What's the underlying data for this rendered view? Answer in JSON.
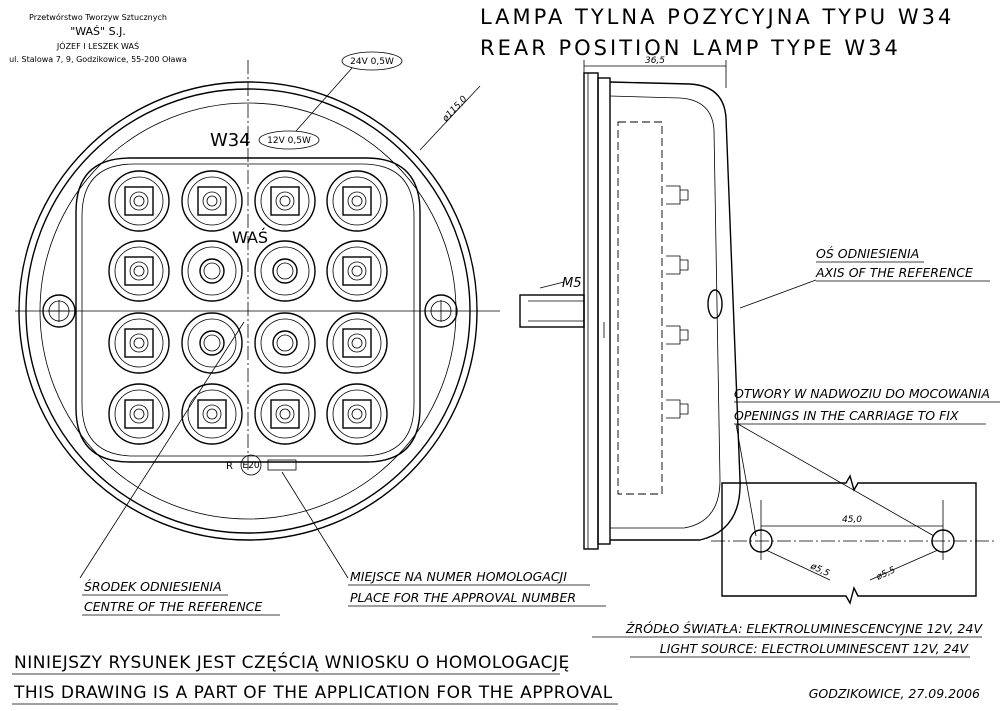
{
  "company": {
    "line1": "Przetwórstwo Tworzyw Sztucznych",
    "line2": "\"WAŚ\" S.J.",
    "line3": "JÓZEF I LESZEK WAŚ",
    "line4": "ul. Stalowa 7, 9, Godzikowice, 55-200 Oława"
  },
  "title": {
    "pl": "LAMPA TYLNA POZYCYJNA TYPU W34",
    "en": "REAR POSITION LAMP TYPE W34"
  },
  "front_view": {
    "model": "W34",
    "brand": "WAŚ",
    "badge_24v": "24V 0,5W",
    "badge_12v": "12V 0,5W",
    "diameter": "ø115,0",
    "mark_r": "R",
    "mark_e": "E20",
    "led_rows": [
      [
        "square",
        "square",
        "square",
        "square"
      ],
      [
        "square",
        "round",
        "round",
        "square"
      ],
      [
        "square",
        "round",
        "round",
        "square"
      ],
      [
        "square",
        "square",
        "square",
        "square"
      ]
    ]
  },
  "side_view": {
    "depth": "36,5",
    "bolt": "M5"
  },
  "mount_detail": {
    "spacing": "45,0",
    "hole_left": "ø5,5",
    "hole_right": "ø5,5"
  },
  "callouts": {
    "axis_pl": "OŚ ODNIESIENIA",
    "axis_en": "AXIS OF THE REFERENCE",
    "holes_pl": "OTWORY W NADWOZIU DO MOCOWANIA",
    "holes_en": "OPENINGS IN THE CARRIAGE TO FIX",
    "centre_pl": "ŚRODEK ODNIESIENIA",
    "centre_en": "CENTRE OF THE REFERENCE",
    "approval_pl": "MIEJSCE NA NUMER HOMOLOGACJI",
    "approval_en": "PLACE FOR THE APPROVAL NUMBER"
  },
  "light_source": {
    "pl": "ŹRÓDŁO ŚWIATŁA: ELEKTROLUMINESCENCYJNE 12V, 24V",
    "en": "LIGHT SOURCE: ELECTROLUMINESCENT 12V, 24V"
  },
  "footer": {
    "pl": "NINIEJSZY RYSUNEK JEST CZĘŚCIĄ WNIOSKU O HOMOLOGACJĘ",
    "en": "THIS DRAWING IS A PART OF THE APPLICATION FOR THE APPROVAL",
    "place_date": "GODZIKOWICE, 27.09.2006"
  }
}
